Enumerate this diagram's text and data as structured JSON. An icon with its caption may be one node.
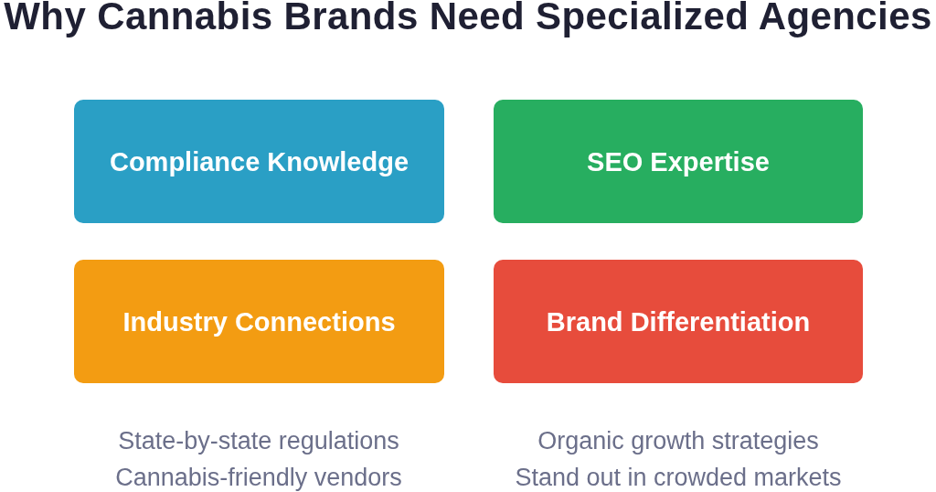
{
  "diagram": {
    "title": "Why Cannabis Brands Need Specialized Agencies",
    "nodes": [
      {
        "text": [
          "Compliance Knowledge"
        ]
      },
      {
        "text": [
          "SEO Expertise"
        ]
      },
      {
        "text": [
          "Industry Connections"
        ]
      },
      {
        "text": [
          "Brand Differentiation"
        ]
      }
    ],
    "edges": [],
    "labels": [
      "State-by-state regulations",
      "Organic growth strategies",
      "Cannabis-friendly vendors",
      "Stand out in crowded markets"
    ]
  }
}
